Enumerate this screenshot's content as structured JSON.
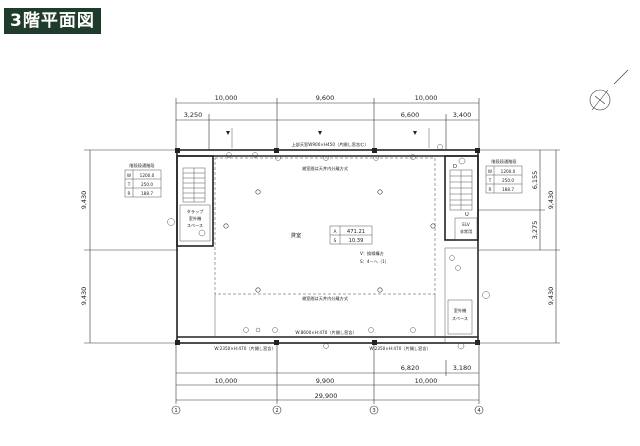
{
  "title": "3階平面図",
  "dims_top": [
    "10,000",
    "9,600",
    "10,000"
  ],
  "dims_top_sub": [
    "3,250",
    "6,600",
    "3,400"
  ],
  "dims_bottom": [
    "10,000",
    "9,900",
    "10,000"
  ],
  "dims_bottom_sub": [
    "6,820",
    "3,180"
  ],
  "dims_total": "29,900",
  "dims_left": [
    "9,430",
    "9,430"
  ],
  "dims_right": [
    "6,155",
    "3,275",
    "9,430",
    "9,430"
  ],
  "grid_labels": [
    "1",
    "2",
    "3",
    "4"
  ],
  "room": {
    "name": "貸室",
    "area_rows": [
      {
        "key": "A",
        "value": "471.21"
      },
      {
        "key": "S",
        "value": "10.39"
      }
    ],
    "note_v": "V：換線構方",
    "note_s": "S：4－へ（1）"
  },
  "stair_left": {
    "title": "階段段通階段",
    "rows": [
      {
        "key": "W",
        "value": "1200.0"
      },
      {
        "key": "T",
        "value": "250.0"
      },
      {
        "key": "R",
        "value": "188.7"
      }
    ]
  },
  "stair_right": {
    "title": "階段段通階段",
    "rows": [
      {
        "key": "W",
        "value": "1200.0"
      },
      {
        "key": "T",
        "value": "250.0"
      },
      {
        "key": "R",
        "value": "188.7"
      }
    ]
  },
  "left_room": {
    "line1": "タラップ",
    "line2": "室外機",
    "line3": "スペース"
  },
  "elv": {
    "line1": "ELV",
    "line2": "非常用"
  },
  "right_room": {
    "line1": "室外機",
    "line2": "スペース"
  },
  "top_beam_note": "上部天窓W900×H450（片開し窓含む）",
  "inner_top_note": "貸室間は天井内分離方式",
  "inner_bottom_note": "貸室間は天井内分離方式",
  "bottom_note_1": "W:2350×H:470（片開し窓含）",
  "bottom_note_2": "W:8600×H:470（片開し窓含）",
  "bottom_note_3": "W:2350×H:470（片開し窓含）",
  "stair_mark_d": "D",
  "stair_mark_u": "U"
}
